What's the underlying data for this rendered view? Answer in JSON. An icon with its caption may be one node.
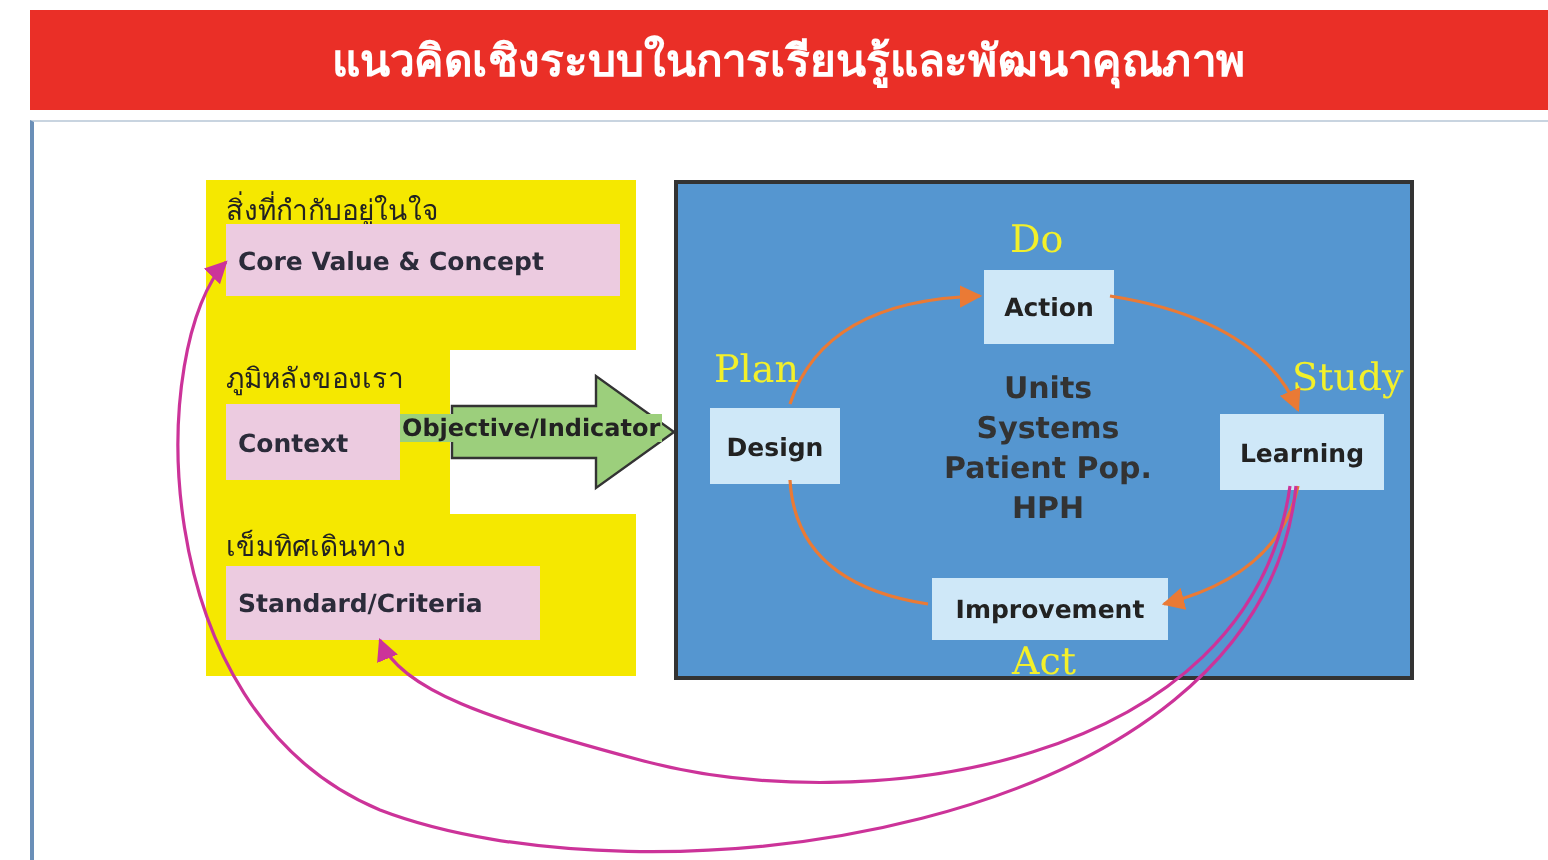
{
  "diagram": {
    "title": "แนวคิดเชิงระบบในการเรียนรู้และพัฒนาคุณภาพ",
    "nodes": [
      {
        "text": [],
        "shape": "box"
      },
      {
        "text": [
          "สิ่งที่กำกับอยู่ในใจ",
          "Core Value & Concept"
        ],
        "in": 0
      },
      {
        "text": [
          "ภูมิหลังของเรา",
          "Context"
        ],
        "in": 0
      },
      {
        "text": [
          "เข็มทิศเดินทาง",
          "Standard/Criteria"
        ],
        "in": 0
      },
      {
        "text": [
          "Units Systems Patient Pop. HPH"
        ]
      },
      {
        "text": [
          "Design"
        ],
        "beside": [
          "Plan"
        ],
        "in": 4
      },
      {
        "text": [
          "Action"
        ],
        "beside": [
          "Do"
        ],
        "in": 4
      },
      {
        "text": [
          "Learning"
        ],
        "beside": [
          "Study"
        ],
        "in": 4
      },
      {
        "text": [
          "Improvement"
        ],
        "beside": [
          "Act"
        ],
        "in": 4
      }
    ],
    "edges": [
      {
        "from": 0,
        "to": 4,
        "arrow": "to",
        "label": "Objective/Indicator",
        "style": "thick",
        "color": "#9ccf7c"
      },
      {
        "from": 5,
        "to": 6,
        "arrow": "to"
      },
      {
        "from": 6,
        "to": 7,
        "arrow": "to"
      },
      {
        "from": 7,
        "to": 8,
        "arrow": "to"
      },
      {
        "from": 8,
        "to": 5,
        "arrow": "none"
      },
      {
        "from": 7,
        "to": 1,
        "arrow": "to",
        "color": "#cc3399"
      },
      {
        "from": 7,
        "to": 3,
        "arrow": "to",
        "color": "#cc3399"
      }
    ]
  }
}
